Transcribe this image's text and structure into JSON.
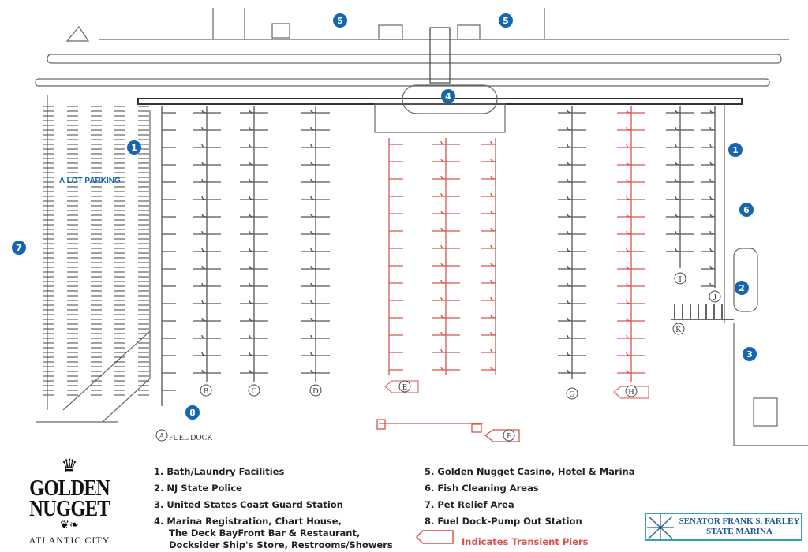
{
  "map": {
    "parking_label": "A LOT PARKING",
    "fuel_dock_label": "FUEL DOCK",
    "piers": [
      {
        "letter": "A",
        "transient": false
      },
      {
        "letter": "B",
        "transient": false
      },
      {
        "letter": "C",
        "transient": false
      },
      {
        "letter": "D",
        "transient": false
      },
      {
        "letter": "E",
        "transient": true
      },
      {
        "letter": "F",
        "transient": true
      },
      {
        "letter": "G",
        "transient": false
      },
      {
        "letter": "H",
        "transient": true
      },
      {
        "letter": "I",
        "transient": false
      },
      {
        "letter": "J",
        "transient": false
      },
      {
        "letter": "K",
        "transient": false
      }
    ],
    "markers": [
      "1",
      "5",
      "5",
      "4",
      "7",
      "8",
      "1",
      "6",
      "2",
      "3"
    ],
    "colors": {
      "marker": "#1565b0",
      "transient": "#d9534f",
      "line": "#555555"
    }
  },
  "legend": {
    "items": [
      "1.  Bath/Laundry Facilities",
      "2.  NJ State Police",
      "3.  United States Coast Guard Station",
      "4.  Marina Registration, Chart House,",
      "5.  Golden Nugget Casino, Hotel & Marina",
      "6.  Fish Cleaning Areas",
      "7.  Pet Relief Area",
      "8.  Fuel Dock-Pump Out Station"
    ],
    "item4_line2": "The Deck BayFront Bar & Restaurant,",
    "item4_line3": "Docksider Ship's Store, Restrooms/Showers",
    "transient_label": "Indicates Transient Piers"
  },
  "logos": {
    "golden_nugget_line1": "GOLDEN",
    "golden_nugget_line2": "NUGGET",
    "golden_nugget_city": "ATLANTIC CITY",
    "farley_line1": "SENATOR FRANK S. FARLEY",
    "farley_line2": "STATE MARINA"
  }
}
